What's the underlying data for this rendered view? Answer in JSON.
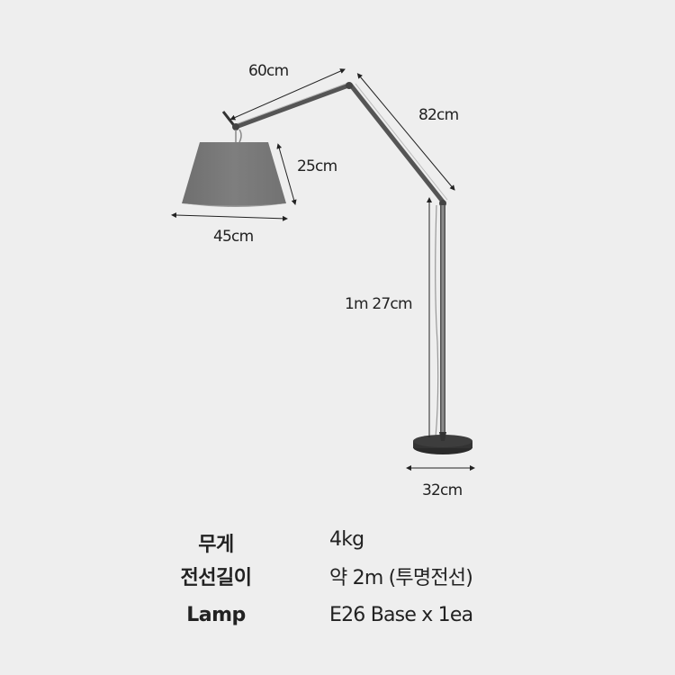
{
  "diagram": {
    "subject": "floor arc lamp",
    "dimensions": {
      "upper_arm": "60cm",
      "lower_arm": "82cm",
      "shade_height": "25cm",
      "shade_width": "45cm",
      "pole_height": "1m 27cm",
      "base_width": "32cm"
    },
    "colors": {
      "background": "#eeeeee",
      "shade": "#7a7a7a",
      "metal": "#6e6e6e",
      "base": "#2f2f2f",
      "dimension_lines": "#222222"
    }
  },
  "specs": [
    {
      "label": "무게",
      "value": "4kg"
    },
    {
      "label": "전선길이",
      "value": "약 2m (투명전선)"
    },
    {
      "label": "Lamp",
      "value": "E26 Base x 1ea"
    }
  ]
}
